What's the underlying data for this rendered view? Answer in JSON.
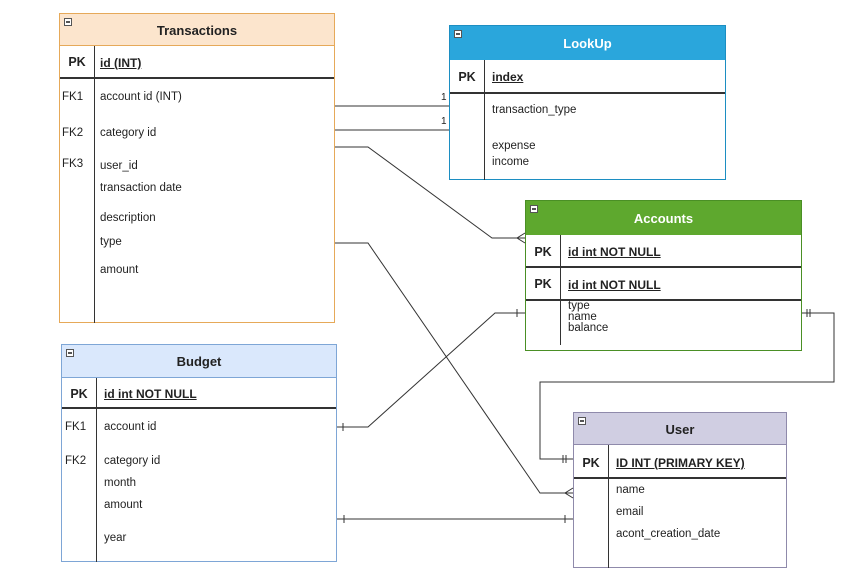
{
  "entities": {
    "transactions": {
      "title": "Transactions",
      "pk_label": "PK",
      "pk_field": "id (INT)",
      "fk1": "FK1",
      "fk2": "FK2",
      "fk3": "FK3",
      "fields": [
        "account id (INT)",
        "category id",
        "user_id",
        "transaction date",
        "description",
        "type",
        "amount"
      ]
    },
    "lookup": {
      "title": "LookUp",
      "pk_label": "PK",
      "pk_field": "index",
      "fields": [
        "transaction_type",
        "expense",
        "income"
      ]
    },
    "accounts": {
      "title": "Accounts",
      "pk_label": "PK",
      "pk_field_1": "id int NOT NULL",
      "pk_field_2": "id int NOT NULL",
      "fields": [
        "type",
        "name",
        "balance"
      ]
    },
    "budget": {
      "title": "Budget",
      "pk_label": "PK",
      "pk_field": "id int NOT NULL",
      "fk1": "FK1",
      "fk2": "FK2",
      "fields": [
        "account id",
        "category id",
        "month",
        "amount",
        "year"
      ]
    },
    "user": {
      "title": "User",
      "pk_label": "PK",
      "pk_field": "ID INT (PRIMARY KEY)",
      "fields": [
        "name",
        "email",
        "acont_creation_date"
      ]
    }
  },
  "cardinalities": {
    "lookup_1a": "1",
    "lookup_1b": "1"
  },
  "colors": {
    "transactions_header": "#fce5cd",
    "transactions_border": "#e6a959",
    "lookup_header": "#2aa6dc",
    "lookup_border": "#1c8ec2",
    "accounts_header": "#5ea82e",
    "accounts_border": "#4a8f25",
    "budget_header": "#dae8fc",
    "budget_border": "#7ea6d6",
    "user_header": "#d0cee2",
    "user_border": "#8f8aab"
  }
}
